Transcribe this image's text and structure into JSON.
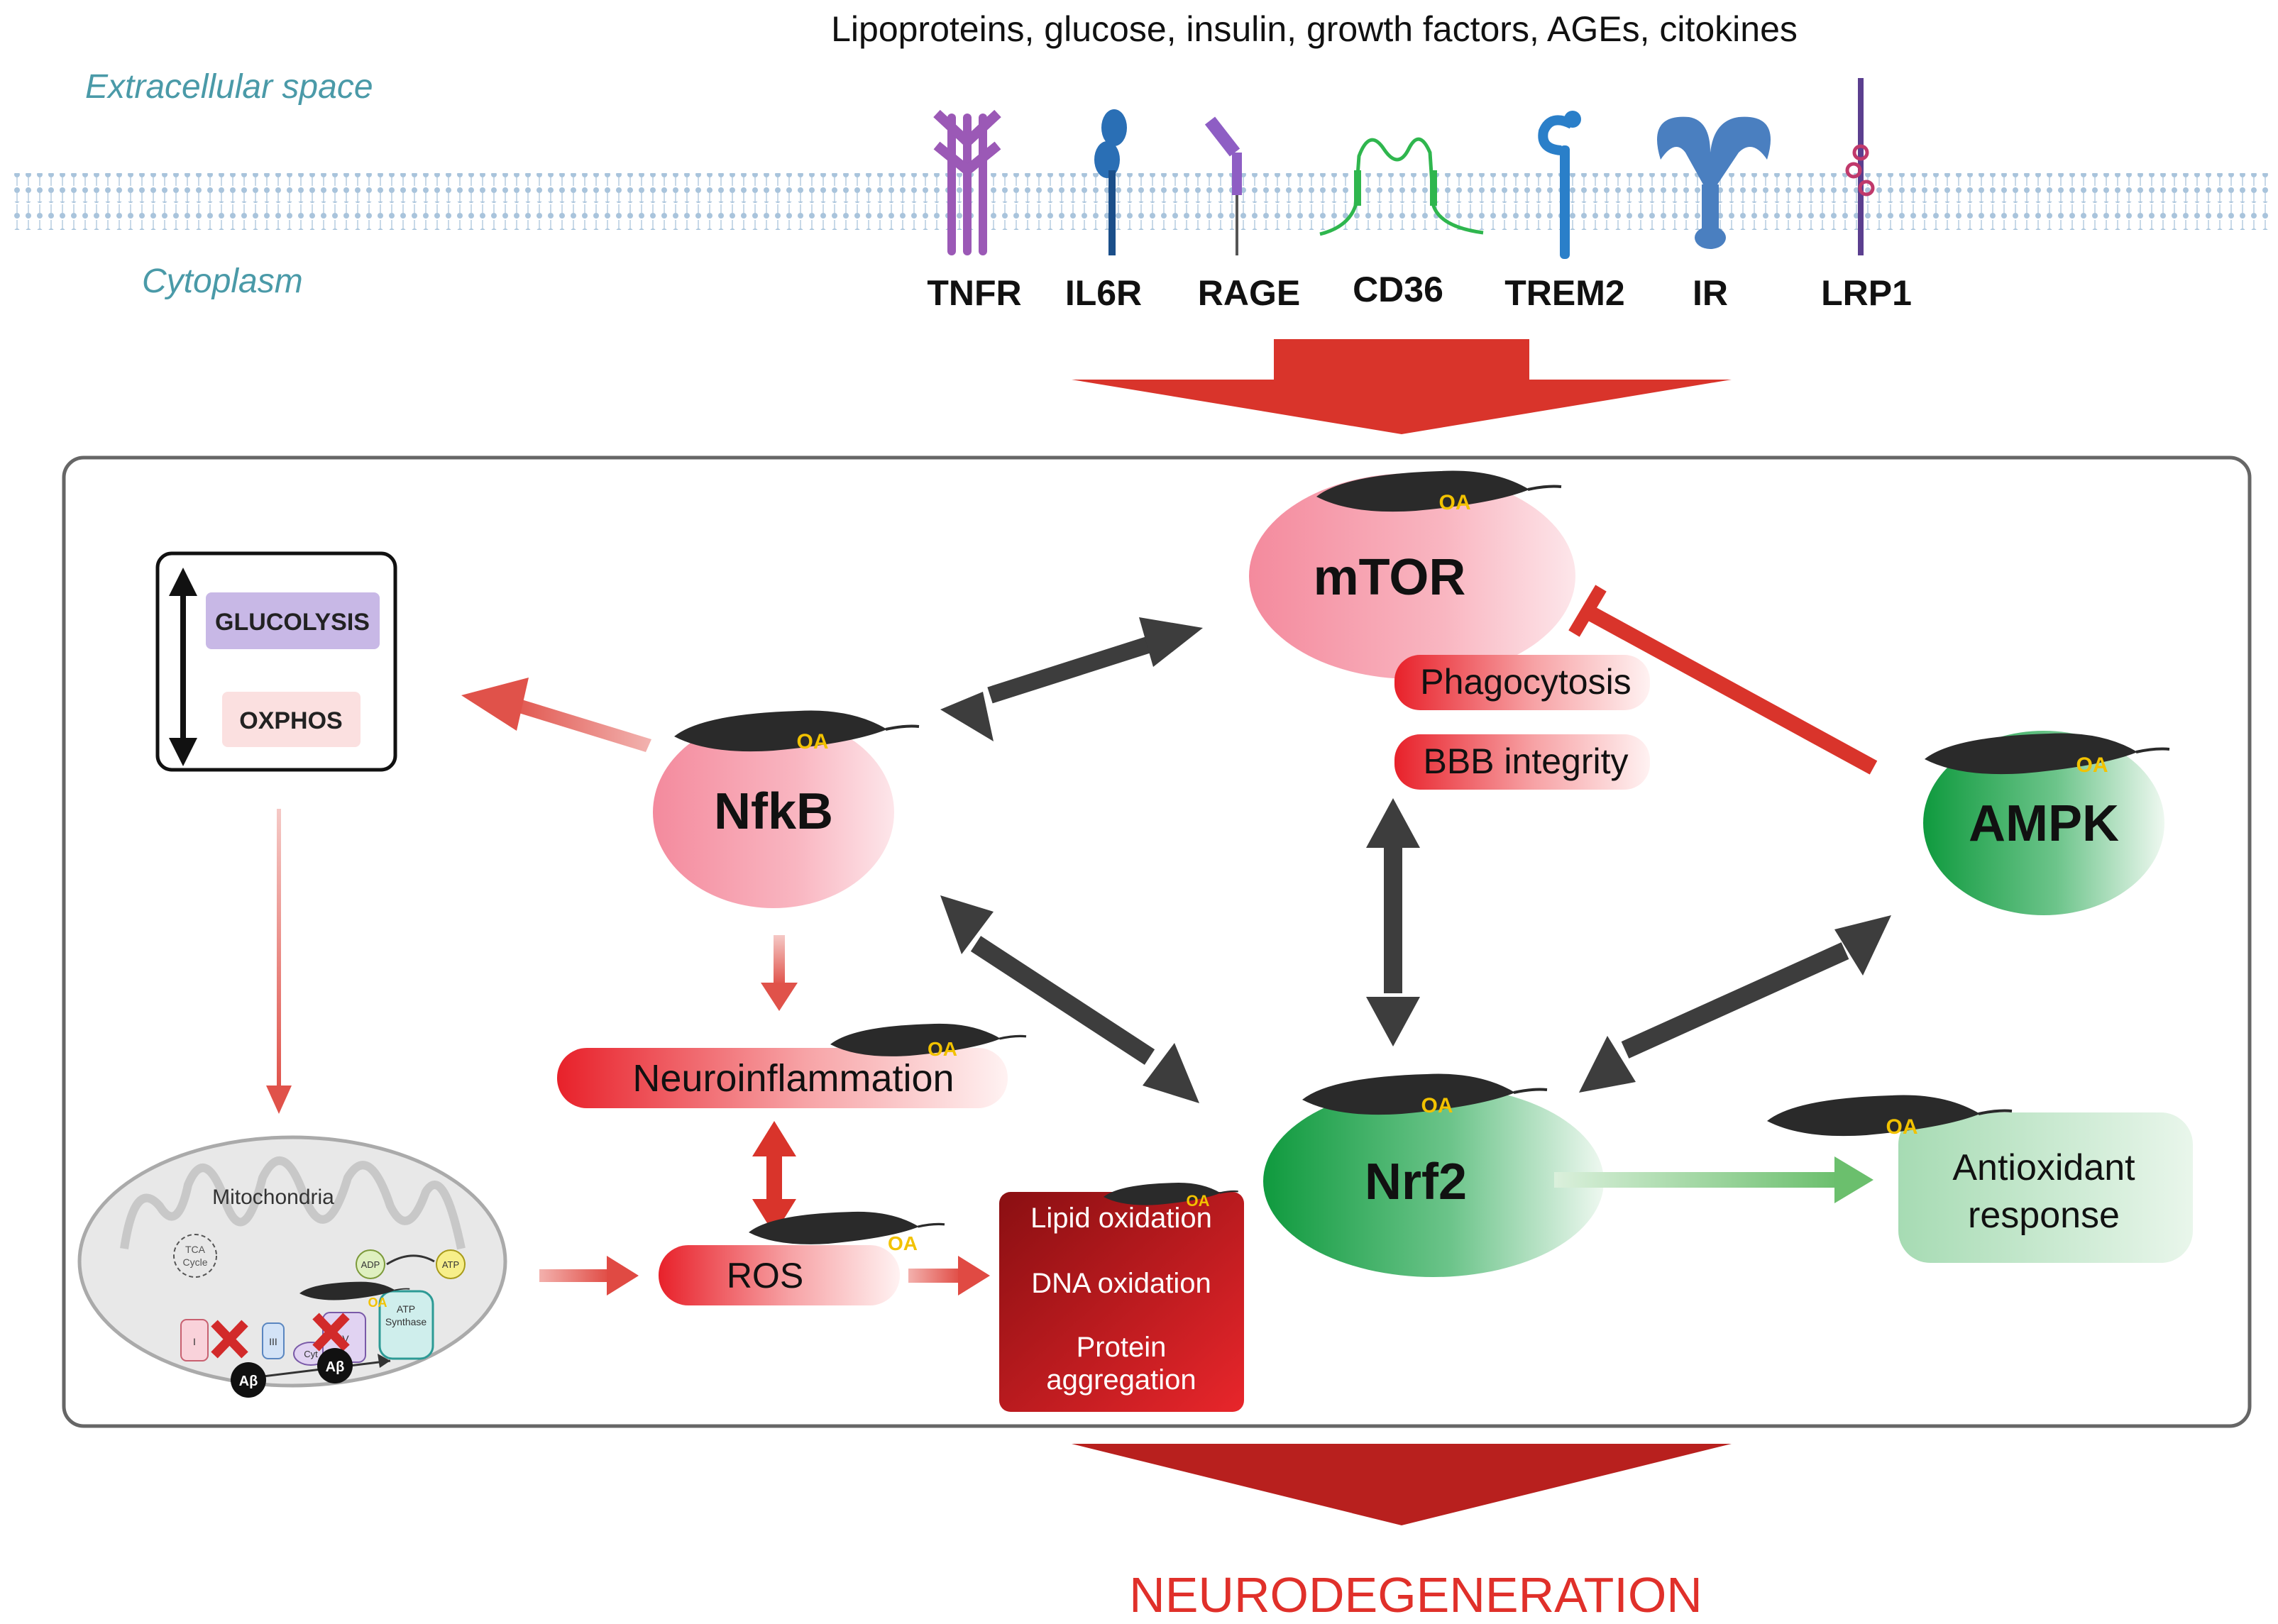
{
  "header": {
    "ligands": "Lipoproteins, glucose, insulin, growth factors, AGEs, citokines",
    "extracellular": "Extracellular space",
    "cytoplasm": "Cytoplasm"
  },
  "receptors": [
    "TNFR",
    "IL6R",
    "RAGE",
    "CD36",
    "TREM2",
    "IR",
    "LRP1"
  ],
  "nodes": {
    "mtor": "mTOR",
    "nfkb": "NfkB",
    "ampk": "AMPK",
    "nrf2": "Nrf2"
  },
  "mtor_effects": [
    "Phagocytosis",
    "BBB integrity"
  ],
  "metabolism": {
    "up": "GLUCOLYSIS",
    "down": "OXPHOS"
  },
  "outcomes": {
    "neuroinflammation": "Neuroinflammation",
    "ros": "ROS",
    "antioxidant_line1": "Antioxidant",
    "antioxidant_line2": "response",
    "damage": [
      "Lipid oxidation",
      "DNA oxidation",
      "Protein",
      "aggregation"
    ],
    "final": "NEURODEGENERATION"
  },
  "mitochondria": {
    "title": "Mitochondria",
    "tca_line1": "TCA",
    "tca_line2": "Cycle",
    "adp": "ADP",
    "atp": "ATP",
    "synthase_line1": "ATP",
    "synthase_line2": "Synthase",
    "complex_1": "I",
    "complex_3": "III",
    "complex_4": "IV",
    "cyt": "Cyt",
    "abeta": "Aβ"
  },
  "oa_tag": "OA",
  "colors": {
    "big_arrow": "#d9342b",
    "node_pink": "#f7a0ae",
    "node_green": "#1a9e48",
    "dark_arrow": "#3d3d3d",
    "red_label": "#e8262b",
    "membrane": "#9ab8d2",
    "italic_teal": "#4a9aa8",
    "final_text": "#e0302a",
    "green_arrow": "#7dc47e",
    "damage_box": "#c21e24"
  }
}
